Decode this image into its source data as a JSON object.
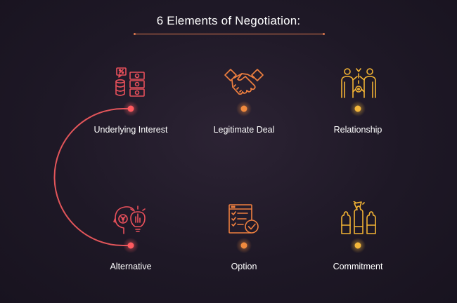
{
  "title": "6 Elements of Negotiation:",
  "colors": {
    "background": "#1e1826",
    "line_start": "#e2555a",
    "line_end": "#f1b532",
    "text": "#ffffff"
  },
  "elements": [
    {
      "label": "Underlying Interest",
      "icon": "money-calculator-icon"
    },
    {
      "label": "Legitimate Deal",
      "icon": "handshake-icon"
    },
    {
      "label": "Relationship",
      "icon": "people-connection-icon"
    },
    {
      "label": "Alternative",
      "icon": "head-lightbulb-icon"
    },
    {
      "label": "Option",
      "icon": "checklist-icon"
    },
    {
      "label": "Commitment",
      "icon": "raised-hands-icon"
    }
  ]
}
